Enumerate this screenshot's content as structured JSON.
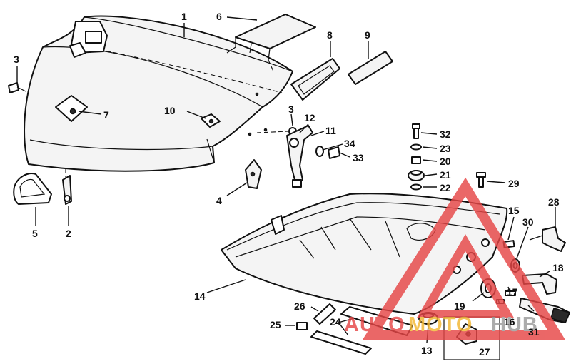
{
  "callouts": [
    {
      "id": "1",
      "label": "1"
    },
    {
      "id": "2",
      "label": "2"
    },
    {
      "id": "3a",
      "label": "3"
    },
    {
      "id": "3b",
      "label": "3"
    },
    {
      "id": "4",
      "label": "4"
    },
    {
      "id": "5",
      "label": "5"
    },
    {
      "id": "6",
      "label": "6"
    },
    {
      "id": "7",
      "label": "7"
    },
    {
      "id": "8",
      "label": "8"
    },
    {
      "id": "9",
      "label": "9"
    },
    {
      "id": "10",
      "label": "10"
    },
    {
      "id": "11",
      "label": "11"
    },
    {
      "id": "12",
      "label": "12"
    },
    {
      "id": "13",
      "label": "13"
    },
    {
      "id": "14",
      "label": "14"
    },
    {
      "id": "15",
      "label": "15"
    },
    {
      "id": "16",
      "label": "16"
    },
    {
      "id": "17",
      "label": "17"
    },
    {
      "id": "18",
      "label": "18"
    },
    {
      "id": "19",
      "label": "19"
    },
    {
      "id": "20",
      "label": "20"
    },
    {
      "id": "21",
      "label": "21"
    },
    {
      "id": "22",
      "label": "22"
    },
    {
      "id": "23",
      "label": "23"
    },
    {
      "id": "24",
      "label": "24"
    },
    {
      "id": "25",
      "label": "25"
    },
    {
      "id": "26",
      "label": "26"
    },
    {
      "id": "27",
      "label": "27"
    },
    {
      "id": "28",
      "label": "28"
    },
    {
      "id": "29",
      "label": "29"
    },
    {
      "id": "30",
      "label": "30"
    },
    {
      "id": "31",
      "label": "31"
    },
    {
      "id": "32",
      "label": "32"
    },
    {
      "id": "33",
      "label": "33"
    },
    {
      "id": "34",
      "label": "34"
    }
  ],
  "watermark": {
    "text_a": "AUTO",
    "text_b": "MOTO",
    "text_c": "HUB",
    "color_red": "#e64646",
    "color_yellow": "#f2b632",
    "color_gray": "#9a9a9a"
  }
}
